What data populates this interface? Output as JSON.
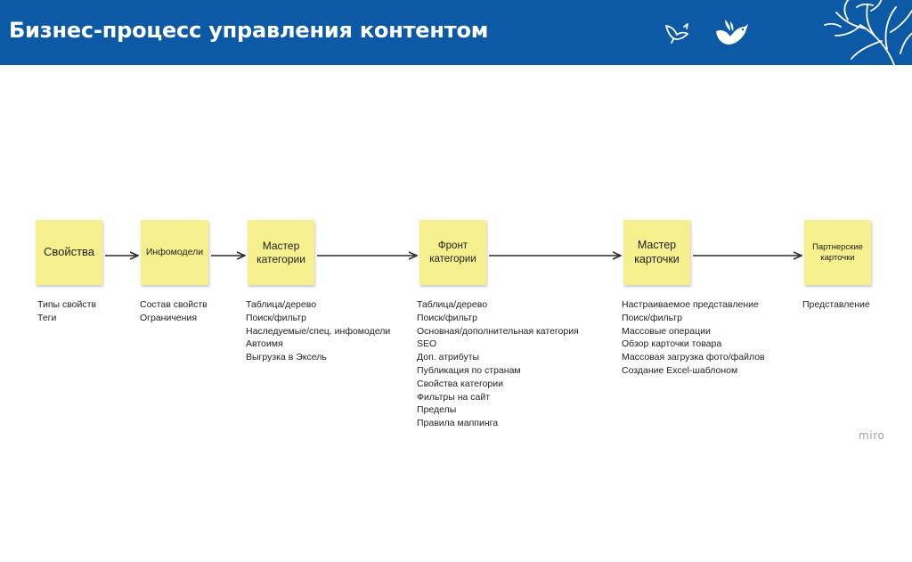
{
  "header": {
    "title": "Бизнес-процесс управления контентом"
  },
  "colors": {
    "header_bg": "#0c5aa6",
    "sticky_note": "#f6ef8d",
    "arrow": "#2b2b2b",
    "text": "#222222",
    "watermark": "#9a9ea6"
  },
  "icons": [
    "bird-icon",
    "bird-icon",
    "tree-branches-icon"
  ],
  "stages": [
    {
      "label": "Свойства",
      "details": [
        "Типы свойств",
        "Теги"
      ]
    },
    {
      "label": "Инфомодели",
      "details": [
        "Состав свойств",
        "Ограничения"
      ]
    },
    {
      "label": "Мастер\nкатегории",
      "details": [
        "Таблица/дерево",
        "Поиск/фильтр",
        "Наследуемые/спец. инфомодели",
        "Автоимя",
        "Выгрузка в Эксель"
      ]
    },
    {
      "label": "Фронт\nкатегории",
      "details": [
        "Таблица/дерево",
        "Поиск/фильтр",
        "Основная/дополнительная категория",
        "SEO",
        "Доп. атрибуты",
        "Публикация по странам",
        "Свойства категории",
        "Фильтры на сайт",
        "Пределы",
        "Правила маппинга"
      ]
    },
    {
      "label": "Мастер\nкарточки",
      "details": [
        "Настраиваемое представление",
        "Поиск/фильтр",
        "Массовые операции",
        "Обзор карточки товара",
        "Массовая загрузка фото/файлов",
        "Создание Excel-шаблоном"
      ]
    },
    {
      "label": "Партнерские\nкарточки",
      "details": [
        "Представление"
      ]
    }
  ],
  "watermark": "miro"
}
